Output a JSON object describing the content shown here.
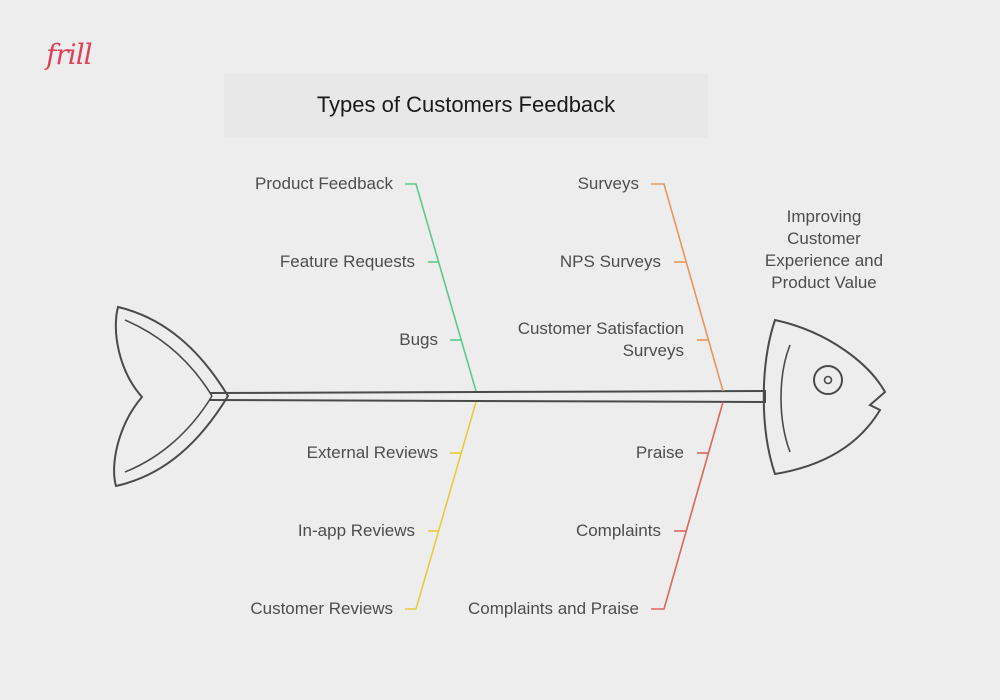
{
  "logo": "frill",
  "title": "Types of  Customers Feedback",
  "effect": "Improving Customer Experience and Product Value",
  "branches": {
    "top_left": {
      "color": "#5cc98a",
      "items": [
        "Product Feedback",
        "Feature Requests",
        "Bugs"
      ]
    },
    "top_right": {
      "color": "#e8955a",
      "items": [
        "Surveys",
        "NPS Surveys",
        "Customer Satisfaction Surveys"
      ]
    },
    "bottom_left": {
      "color": "#e6cc3c",
      "items": [
        "External Reviews",
        "In-app Reviews",
        "Customer Reviews"
      ]
    },
    "bottom_right": {
      "color": "#e0645a",
      "items": [
        "Praise",
        "Complaints",
        "Complaints and Praise"
      ]
    }
  },
  "colors": {
    "outline": "#4a4a4a",
    "background": "#ededee"
  }
}
